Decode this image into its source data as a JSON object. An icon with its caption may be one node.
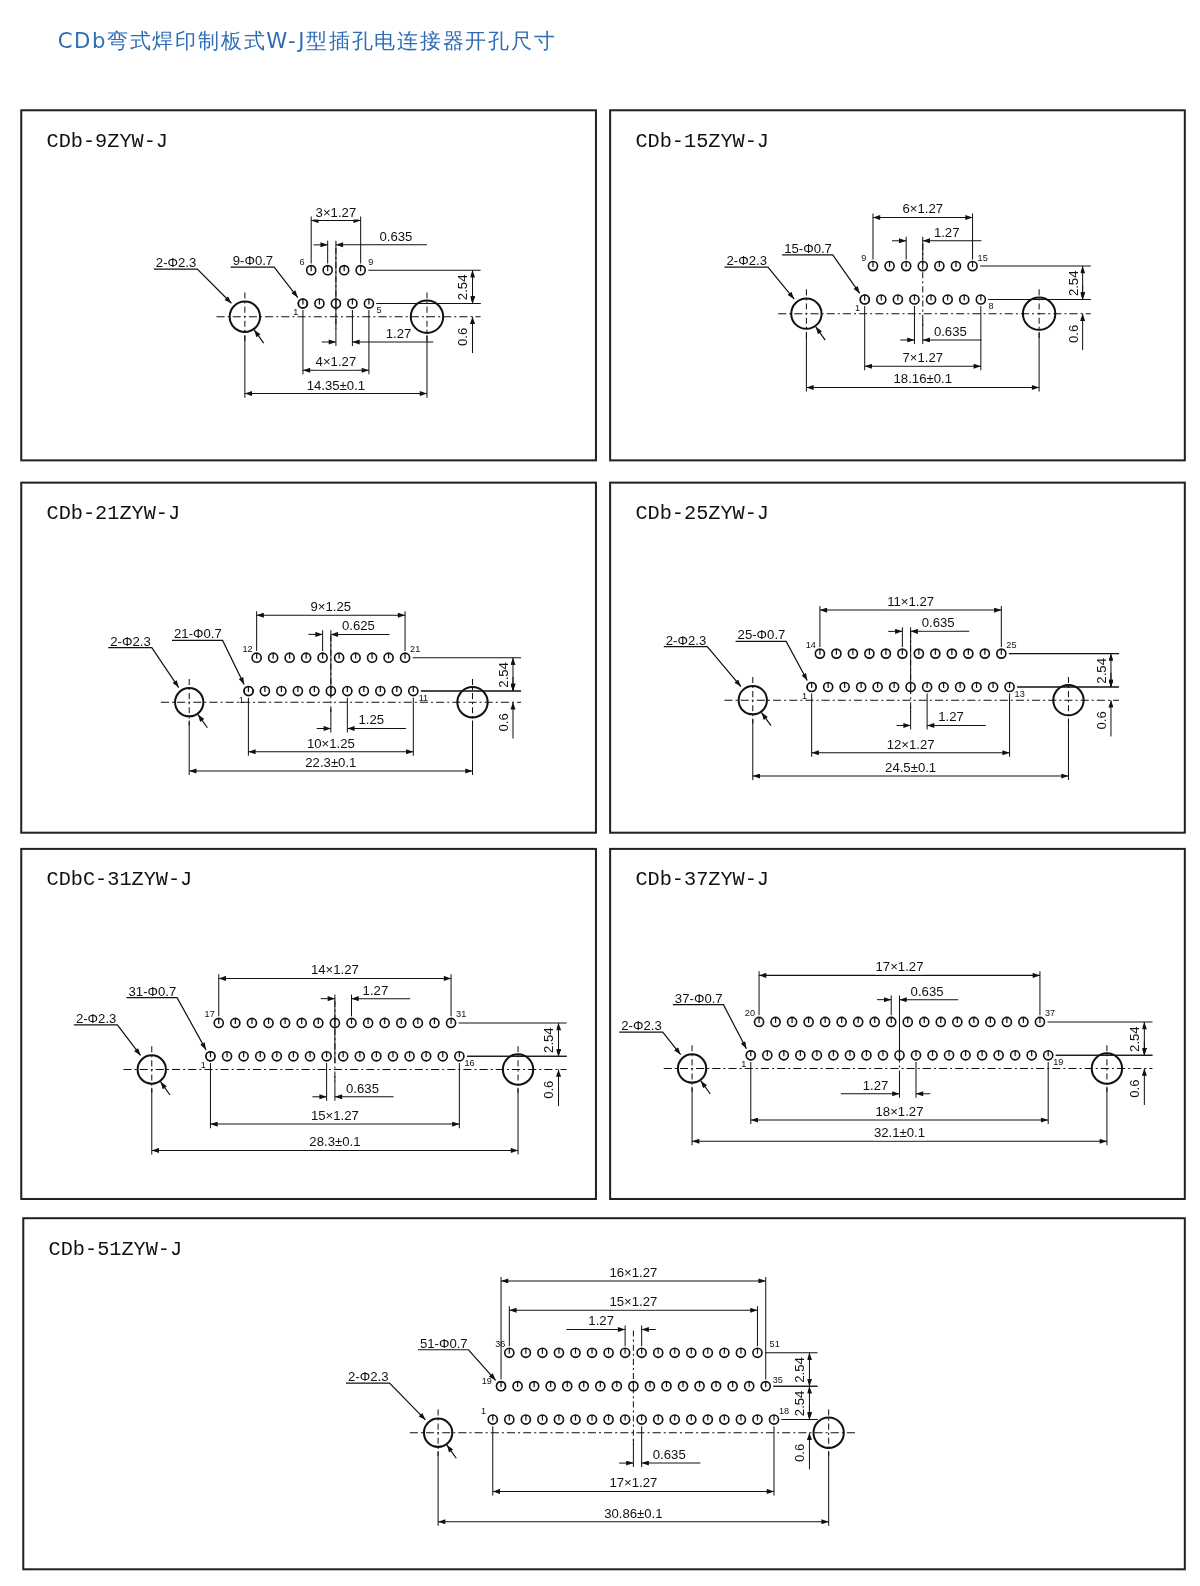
{
  "diagram": {
    "title": "CDb弯式焊印制板式W-J型插孔电连接器开孔尺寸",
    "nodes": [
      {
        "text": [
          "CDb-9ZYW-J"
        ]
      },
      {
        "text": [
          "2-Φ2.3"
        ],
        "in": 0
      },
      {
        "text": [
          "9-Φ0.7"
        ],
        "in": 0
      },
      {
        "text": [],
        "shape": "circle",
        "in": 0
      },
      {
        "text": [],
        "shape": "circle",
        "in": 0
      },
      {
        "text": [
          "CDb-15ZYW-J"
        ]
      },
      {
        "text": [
          "2-Φ2.3"
        ],
        "in": 5
      },
      {
        "text": [
          "15-Φ0.7"
        ],
        "in": 5
      },
      {
        "text": [],
        "shape": "circle",
        "in": 5
      },
      {
        "text": [],
        "shape": "circle",
        "in": 5
      },
      {
        "text": [
          "CDb-21ZYW-J"
        ]
      },
      {
        "text": [
          "2-Φ2.3"
        ],
        "in": 10
      },
      {
        "text": [
          "21-Φ0.7"
        ],
        "in": 10
      },
      {
        "text": [],
        "shape": "circle",
        "in": 10
      },
      {
        "text": [],
        "shape": "circle",
        "in": 10
      },
      {
        "text": [
          "CDb-25ZYW-J"
        ]
      },
      {
        "text": [
          "2-Φ2.3"
        ],
        "in": 15
      },
      {
        "text": [
          "25-Φ0.7"
        ],
        "in": 15
      },
      {
        "text": [],
        "shape": "circle",
        "in": 15
      },
      {
        "text": [],
        "shape": "circle",
        "in": 15
      },
      {
        "text": [
          "CDbC-31ZYW-J"
        ]
      },
      {
        "text": [
          "31-Φ0.7"
        ],
        "in": 20
      },
      {
        "text": [
          "2-Φ2.3"
        ],
        "in": 20
      },
      {
        "text": [],
        "shape": "circle",
        "in": 20
      },
      {
        "text": [],
        "shape": "circle",
        "in": 20
      },
      {
        "text": [
          "CDb-37ZYW-J"
        ]
      },
      {
        "text": [
          "37-Φ0.7"
        ],
        "in": 25
      },
      {
        "text": [
          "2-Φ2.3"
        ],
        "in": 25
      },
      {
        "text": [],
        "shape": "circle",
        "in": 25
      },
      {
        "text": [],
        "shape": "circle",
        "in": 25
      },
      {
        "text": [
          "CDb-51ZYW-J"
        ]
      },
      {
        "text": [
          "51-Φ0.7"
        ],
        "in": 30
      },
      {
        "text": [
          "2-Φ2.3"
        ],
        "in": 30
      },
      {
        "text": [],
        "shape": "circle",
        "in": 30
      },
      {
        "text": [],
        "shape": "circle",
        "in": 30
      }
    ],
    "edges": [
      {
        "from": 1,
        "to": 3,
        "arrow": "to"
      },
      {
        "from": 2,
        "to": 4,
        "arrow": "to"
      },
      {
        "from": 6,
        "to": 8,
        "arrow": "to"
      },
      {
        "from": 7,
        "to": 9,
        "arrow": "to"
      },
      {
        "from": 11,
        "to": 13,
        "arrow": "to"
      },
      {
        "from": 12,
        "to": 14,
        "arrow": "to"
      },
      {
        "from": 16,
        "to": 18,
        "arrow": "to"
      },
      {
        "from": 17,
        "to": 19,
        "arrow": "to"
      },
      {
        "from": 21,
        "to": 24,
        "arrow": "to"
      },
      {
        "from": 22,
        "to": 23,
        "arrow": "to"
      },
      {
        "from": 26,
        "to": 29,
        "arrow": "to"
      },
      {
        "from": 27,
        "to": 28,
        "arrow": "to"
      },
      {
        "from": 31,
        "to": 34,
        "arrow": "to"
      },
      {
        "from": 32,
        "to": 33,
        "arrow": "to"
      }
    ],
    "labels": [
      "3×1.27",
      "0.635",
      "6",
      "9",
      "2.54",
      "1",
      "5",
      "1.27",
      "0.6",
      "4×1.27",
      "14.35±0.1",
      "6×1.27",
      "1.27",
      "9",
      "15",
      "2.54",
      "1",
      "8",
      "0.635",
      "0.6",
      "7×1.27",
      "18.16±0.1",
      "9×1.25",
      "0.625",
      "12",
      "21",
      "2.54",
      "1",
      "11",
      "1.25",
      "0.6",
      "10×1.25",
      "22.3±0.1",
      "11×1.27",
      "0.635",
      "14",
      "25",
      "2.54",
      "1",
      "13",
      "1.27",
      "0.6",
      "12×1.27",
      "24.5±0.1",
      "14×1.27",
      "1.27",
      "17",
      "31",
      "2.54",
      "1",
      "16",
      "0.635",
      "0.6",
      "15×1.27",
      "28.3±0.1",
      "17×1.27",
      "0.635",
      "20",
      "37",
      "2.54",
      "1",
      "19",
      "1.27",
      "0.6",
      "18×1.27",
      "32.1±0.1",
      "16×1.27",
      "15×1.27",
      "1.27",
      "36",
      "51",
      "19",
      "35",
      "2.54",
      "1",
      "18",
      "2.54",
      "0.635",
      "0.6",
      "17×1.27",
      "30.86±0.1"
    ]
  }
}
